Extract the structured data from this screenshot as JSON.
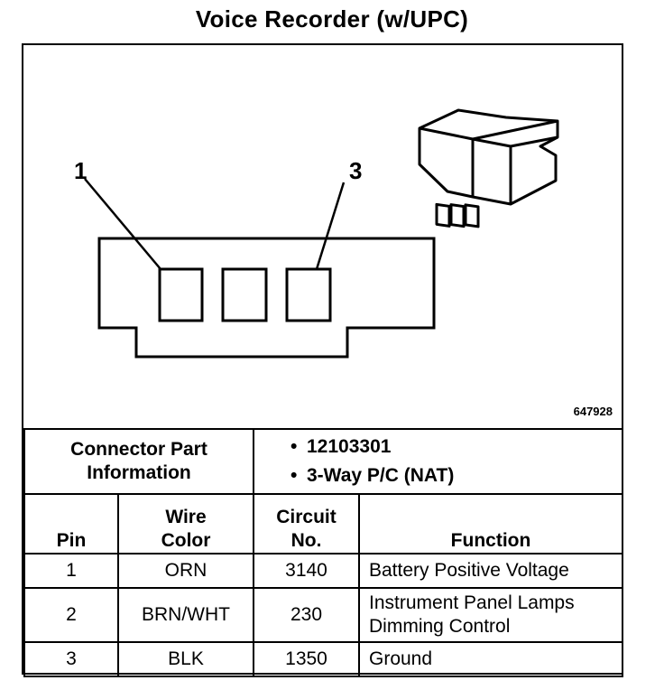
{
  "title": "Voice Recorder (w/UPC)",
  "diagram": {
    "pin_labels": [
      "1",
      "3"
    ],
    "figure_number": "647928"
  },
  "connector_info": {
    "label_line1": "Connector Part",
    "label_line2": "Information",
    "values": [
      "12103301",
      "3-Way P/C (NAT)"
    ]
  },
  "table": {
    "headers": {
      "pin": "Pin",
      "wire_color_line1": "Wire",
      "wire_color_line2": "Color",
      "circuit_line1": "Circuit",
      "circuit_line2": "No.",
      "function": "Function"
    },
    "rows": [
      {
        "pin": "1",
        "wire_color": "ORN",
        "circuit": "3140",
        "function_line1": "Battery Positive Voltage",
        "function_line2": ""
      },
      {
        "pin": "2",
        "wire_color": "BRN/WHT",
        "circuit": "230",
        "function_line1": "Instrument Panel Lamps",
        "function_line2": "Dimming Control"
      },
      {
        "pin": "3",
        "wire_color": "BLK",
        "circuit": "1350",
        "function_line1": "Ground",
        "function_line2": ""
      }
    ]
  }
}
